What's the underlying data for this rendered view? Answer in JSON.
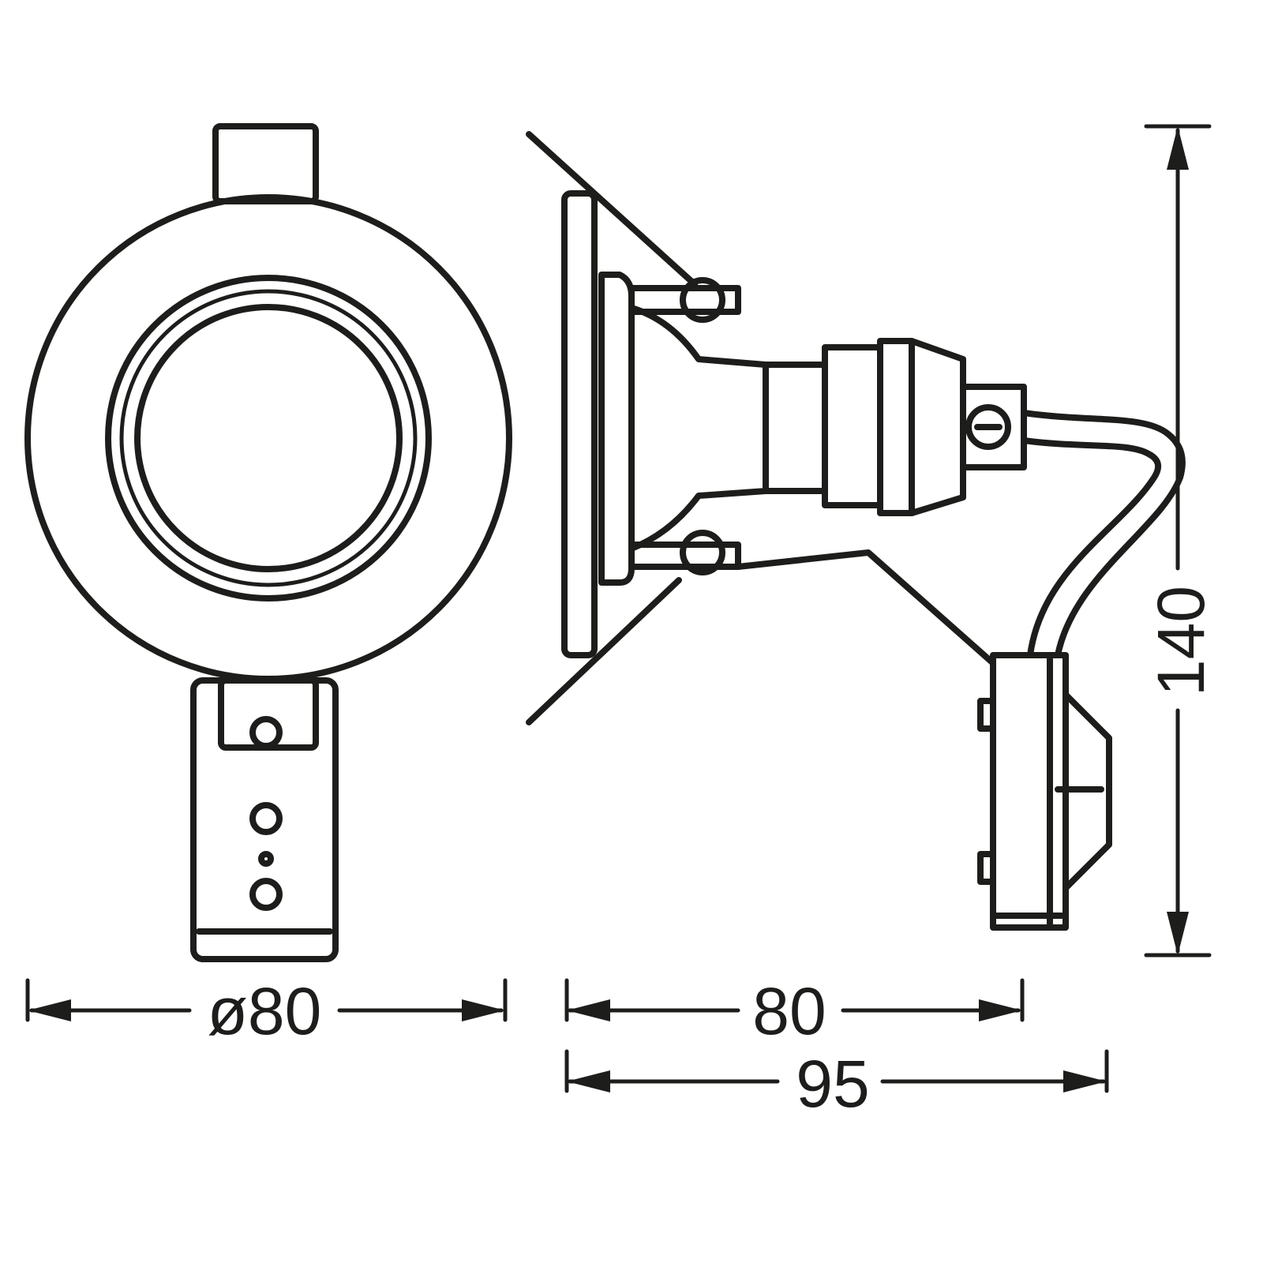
{
  "drawing": {
    "front_view": {
      "diameter_label": "ø80"
    },
    "side_view": {
      "depth_label": "80",
      "overall_depth_label": "95",
      "height_label": "140"
    },
    "line_color": "#1d1d1b"
  }
}
